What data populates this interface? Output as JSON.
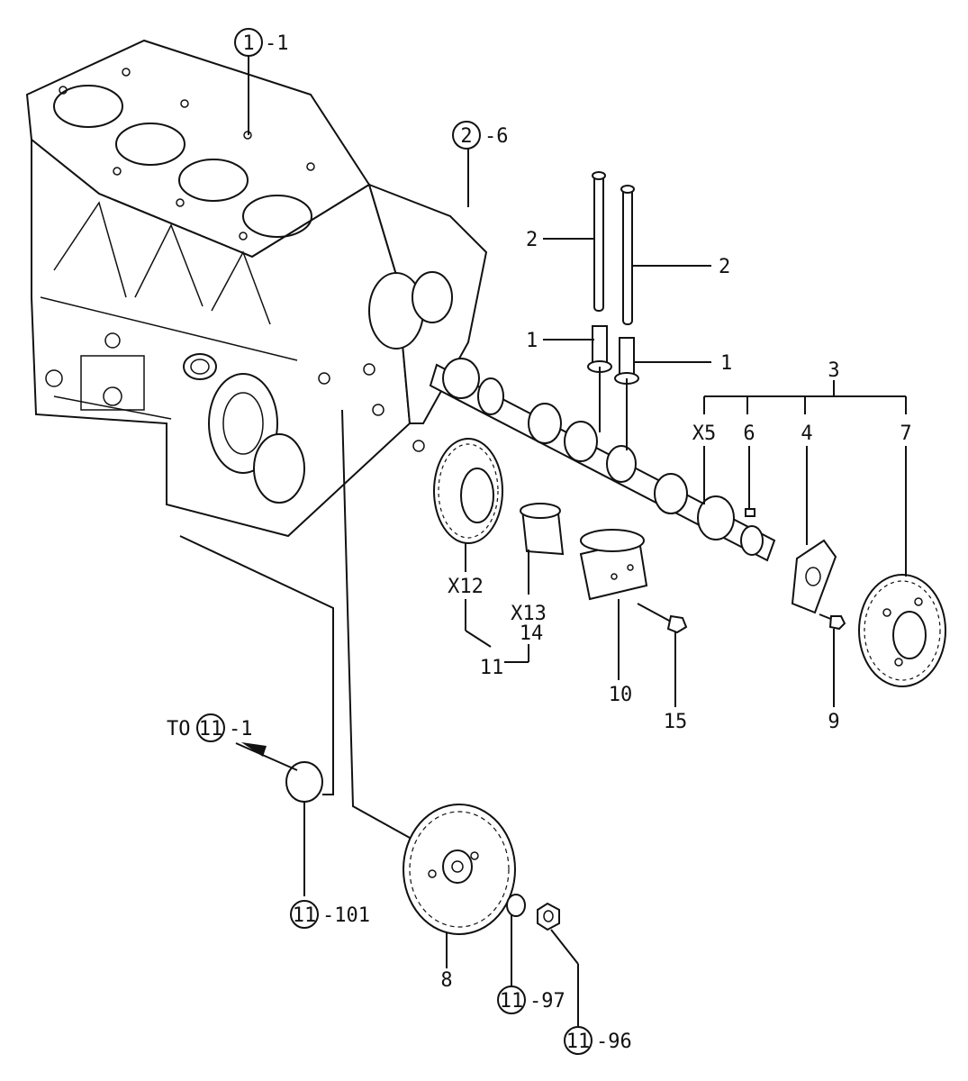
{
  "callouts": {
    "block_ref_num": "1",
    "block_ref_suffix": "-1",
    "cover_ref_num": "2",
    "cover_ref_suffix": "-6",
    "pushrod_left": "2",
    "pushrod_right": "2",
    "tappet_left": "1",
    "tappet_right": "1",
    "cam_group": "3",
    "cam_x5": "X5",
    "key_6": "6",
    "plate_4": "4",
    "gear_7": "7",
    "gear_x12": "X12",
    "bush_x13": "X13",
    "bush_14": "14",
    "gear_assy_11": "11",
    "shaft_10": "10",
    "bolt_15": "15",
    "bolt_9": "9",
    "idle_gear_8": "8",
    "to_text": "TO",
    "to_ref_num": "11",
    "to_ref_suffix": "-1",
    "oring_ref_num": "11",
    "oring_ref_suffix": "-101",
    "washer_ref_num": "11",
    "washer_ref_suffix": "-97",
    "nut_ref_num": "11",
    "nut_ref_suffix": "-96"
  }
}
